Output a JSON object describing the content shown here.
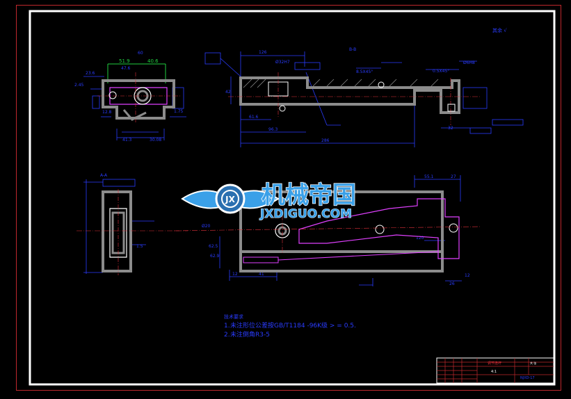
{
  "watermark": {
    "brand_cn": "机械帝国",
    "brand_en": "JXDIGUO.COM",
    "emblem": "JX"
  },
  "colors": {
    "background": "#000000",
    "frame_red": "#c0282d",
    "frame_white": "#ffffff",
    "dim_blue": "#2a3cff",
    "part_gray": "#8c8c8c",
    "center_red": "#e0303a",
    "inner_magenta": "#e040ff",
    "accent_green": "#20d040",
    "watermark_blue": "#3aa0e8"
  },
  "drawing": {
    "roughness_note": "其余 √",
    "view_top_label": "B-B",
    "view_left_label": "A-A",
    "top_left_dims": {
      "d1": "51.9",
      "d2": "40.6",
      "d3": "47.6",
      "d4": "23.6",
      "d5": "2.45",
      "d6": "12.8",
      "d7": "1.75",
      "d8": "41.3",
      "d9": "30.08",
      "d10": "60"
    },
    "top_right_dims": {
      "d1": "126",
      "d2": "Ø32H7",
      "d3": "8.5X45°",
      "d4": "0.5X45°",
      "d5": "Ø6H8",
      "d6": "42",
      "d7": "61.6",
      "d8": "96.3",
      "d9": "286",
      "d10": "32"
    },
    "bottom_dims": {
      "d1": "Ø20",
      "d2": "62.5",
      "d3": "62.9",
      "d4": "120",
      "d5": "12",
      "d6": "41",
      "d7": "26",
      "d8": "12",
      "d9": "55.1",
      "d10": "27",
      "d11": "1.5"
    }
  },
  "tech_notes": {
    "title": "技术要求",
    "line1_prefix": "1.",
    "line1_text": "未注形位公差按GB/T1184 -96K级 > = 0.5.",
    "line2_prefix": "2.",
    "line2_text": "未注倒角R3-5"
  },
  "title_block": {
    "part_name": "调节连杆",
    "scale": "4:1",
    "drawing_no": "NJXD-17",
    "sheet": "共 张"
  }
}
